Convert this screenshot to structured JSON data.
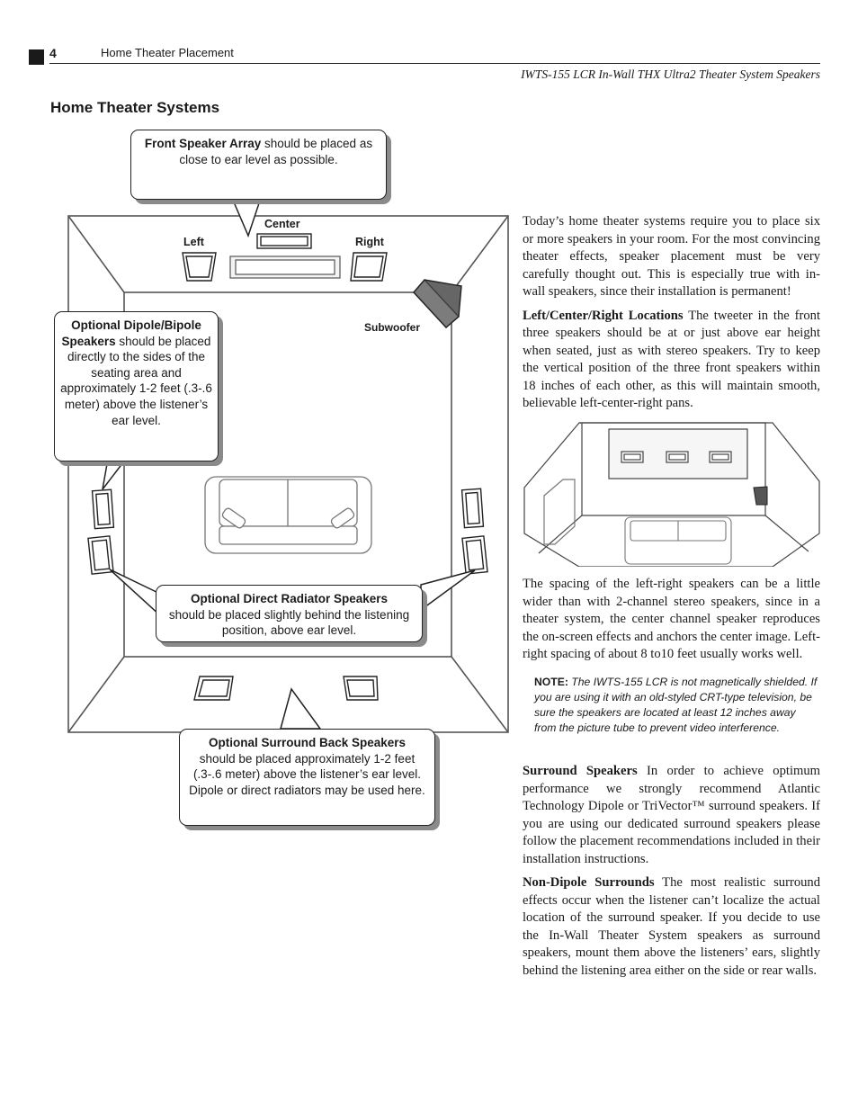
{
  "header": {
    "page_number": "4",
    "section": "Home Theater Placement",
    "product": "IWTS-155 LCR In-Wall THX Ultra2 Theater System Speakers"
  },
  "title": "Home Theater Systems",
  "diagram": {
    "labels": {
      "center": "Center",
      "left": "Left",
      "right": "Right",
      "subwoofer": "Subwoofer"
    },
    "callouts": {
      "front": {
        "bold": "Front Speaker Array",
        "text": " should be placed as close to ear level as possible."
      },
      "dipole": {
        "bold": "Optional Dipole/Bipole Speakers",
        "text": " should be placed directly to the sides of the seating area and approximately 1-2 feet (.3-.6 meter) above the listener’s ear level."
      },
      "direct": {
        "bold": "Optional Direct Radiator Speakers",
        "text": "should be placed slightly behind the listening position, above ear level."
      },
      "back": {
        "bold": "Optional Surround Back Speakers",
        "text": "should be placed approximately 1-2 feet (.3-.6 meter) above the listener’s ear level. Dipole or direct radiators may be used here."
      }
    }
  },
  "text": {
    "intro": "Today’s home theater systems require you to place six or more speakers in your room. For the most convincing theater effects, speaker placement must be very carefully thought out. This is especially true with in-wall speakers, since their installation is permanent!",
    "lcr_head": "Left/Center/Right Locations",
    "lcr_body": " The tweeter in the front three speakers should be at or just above ear height when seated, just as with stereo speakers. Try to keep the vertical position of the three front speakers within 18 inches of each other, as this will maintain smooth, believable left-center-right pans.",
    "spacing": "The spacing of the left-right speakers can be a little wider than with 2-channel stereo speakers, since in a theater system, the center channel speaker reproduces the on-screen effects and anchors the center image. Left-right spacing of about 8 to10 feet usually works well.",
    "note_label": "NOTE:",
    "note_body": " The IWTS-155 LCR is not magnetically shielded. If you are using it with an old-styled CRT-type television, be sure the speakers are located at least 12 inches away from the picture tube to prevent video interference.",
    "surround_head": "Surround Speakers",
    "surround_body": " In order to achieve optimum performance we strongly recommend Atlantic Technology Dipole or TriVector™ surround speakers. If you are using our dedicated surround speakers please follow the placement recommendations included in their installation instructions.",
    "nondipole_head": "Non-Dipole Surrounds",
    "nondipole_body": " The most realistic surround effects occur when the listener can’t localize the actual location of the surround speaker.  If you decide to use the In-Wall Theater System speakers as surround speakers, mount them above the listeners’ ears, slightly behind the listening area either on the side or rear walls."
  }
}
